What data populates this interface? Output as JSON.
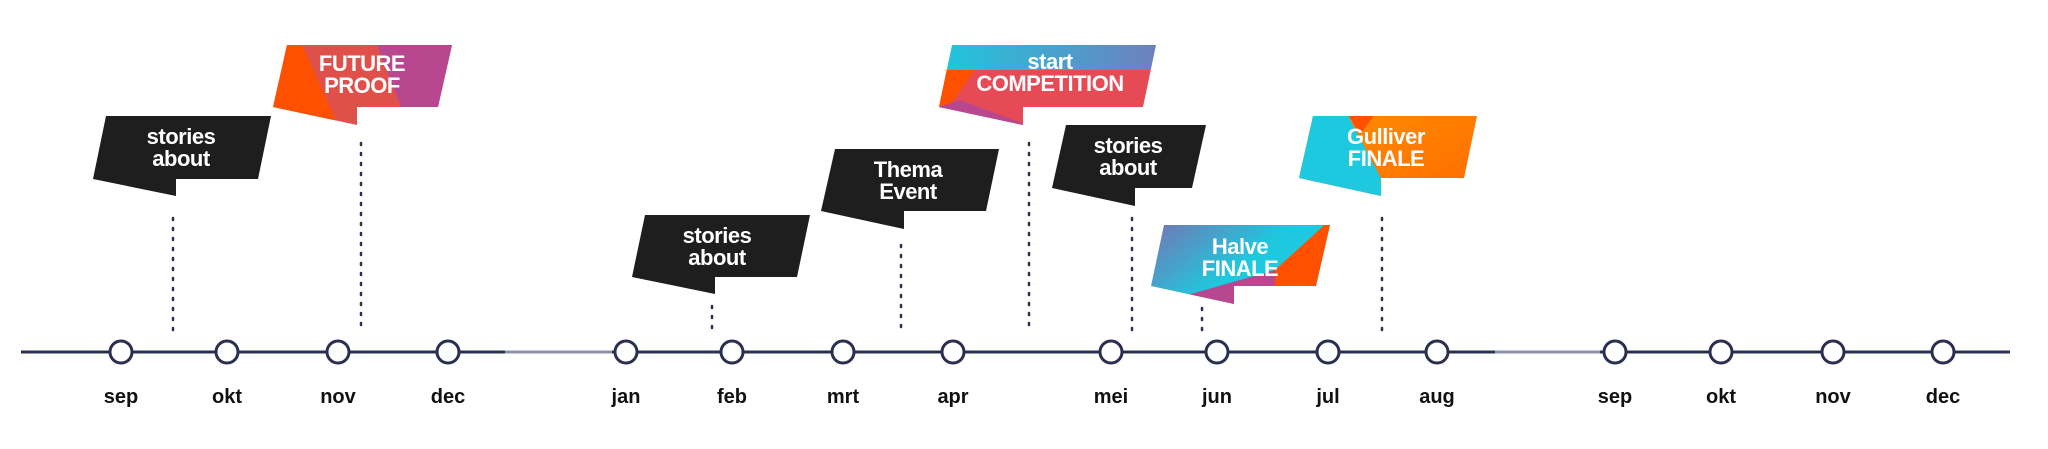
{
  "timeline": {
    "months": [
      "sep",
      "okt",
      "nov",
      "dec",
      "jan",
      "feb",
      "mrt",
      "apr",
      "mei",
      "jun",
      "jul",
      "aug",
      "sep",
      "okt",
      "nov",
      "dec"
    ],
    "events": [
      {
        "line1": "stories",
        "line2": "about",
        "month": "sep-okt",
        "style": "black"
      },
      {
        "line1": "FUTURE",
        "line2": "PROOF",
        "month": "nov",
        "style": "orange-purple"
      },
      {
        "line1": "stories",
        "line2": "about",
        "month": "feb",
        "style": "black"
      },
      {
        "line1": "Thema",
        "line2": "Event",
        "month": "mrt-apr",
        "style": "black"
      },
      {
        "line1": "start",
        "line2": "COMPETITION",
        "month": "apr-mei",
        "style": "blue-red"
      },
      {
        "line1": "stories",
        "line2": "about",
        "month": "mei",
        "style": "black"
      },
      {
        "line1": "Halve",
        "line2": "FINALE",
        "month": "jun",
        "style": "blue-orange"
      },
      {
        "line1": "Gulliver",
        "line2": "FINALE",
        "month": "jul-aug",
        "style": "cyan-orange"
      }
    ]
  },
  "colors": {
    "line": "#2b3050",
    "black": "#1e1e1e",
    "orange": "#ff5000",
    "purple": "#b9478f",
    "cyan": "#1ec8de",
    "amber": "#ff8a00"
  }
}
